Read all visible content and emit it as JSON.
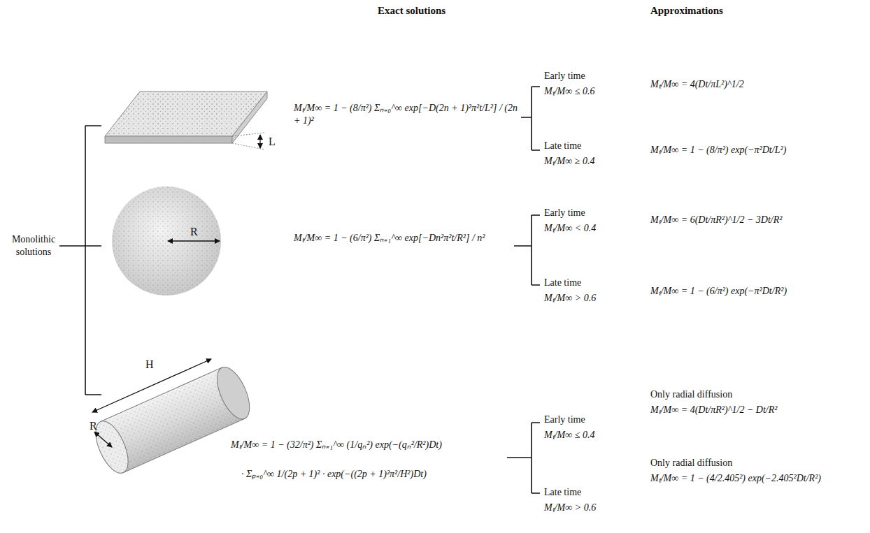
{
  "diagram": {
    "labels": [
      "Exact solutions",
      "Approximations",
      "Monolithic solutions",
      "L",
      "R",
      "H",
      "R",
      "Mₜ/M∞ = 1 − (8/π²) Σₙ₌₀^∞ exp[−D(2n + 1)²π²t/L²] / (2n + 1)²",
      "Early time",
      "Mₜ/M∞ ≤ 0.6",
      "Mₜ/M∞ = 4(Dt/πL²)^1/2",
      "Late time",
      "Mₜ/M∞ ≥ 0.4",
      "Mₜ/M∞ = 1 − (8/π²) exp(−π²Dt/L²)",
      "Mₜ/M∞ = 1 − (6/π²) Σₙ₌₁^∞ exp[−Dn²π²t/R²] / n²",
      "Early time",
      "Mₜ/M∞ < 0.4",
      "Mₜ/M∞ = 6(Dt/πR²)^1/2 − 3Dt/R²",
      "Late time",
      "Mₜ/M∞ > 0.6",
      "Mₜ/M∞ = 1 − (6/π²) exp(−π²Dt/R²)",
      "Mₜ/M∞ = 1 − (32/π²) Σₙ₌₁^∞ (1/qₙ²) exp(−(qₙ²/R²)Dt)",
      "· Σₚ₌₀^∞ 1/(2p + 1)² · exp(−((2p + 1)²π²/H²)Dt)",
      "Early time",
      "Mₜ/M∞ ≤ 0.4",
      "Only radial diffusion",
      "Mₜ/M∞ = 4(Dt/πR²)^1/2 − Dt/R²",
      "Late time",
      "Mₜ/M∞ > 0.6",
      "Only radial diffusion",
      "Mₜ/M∞ = 1 − (4/2.405²) exp(−2.405²Dt/R²)"
    ]
  }
}
